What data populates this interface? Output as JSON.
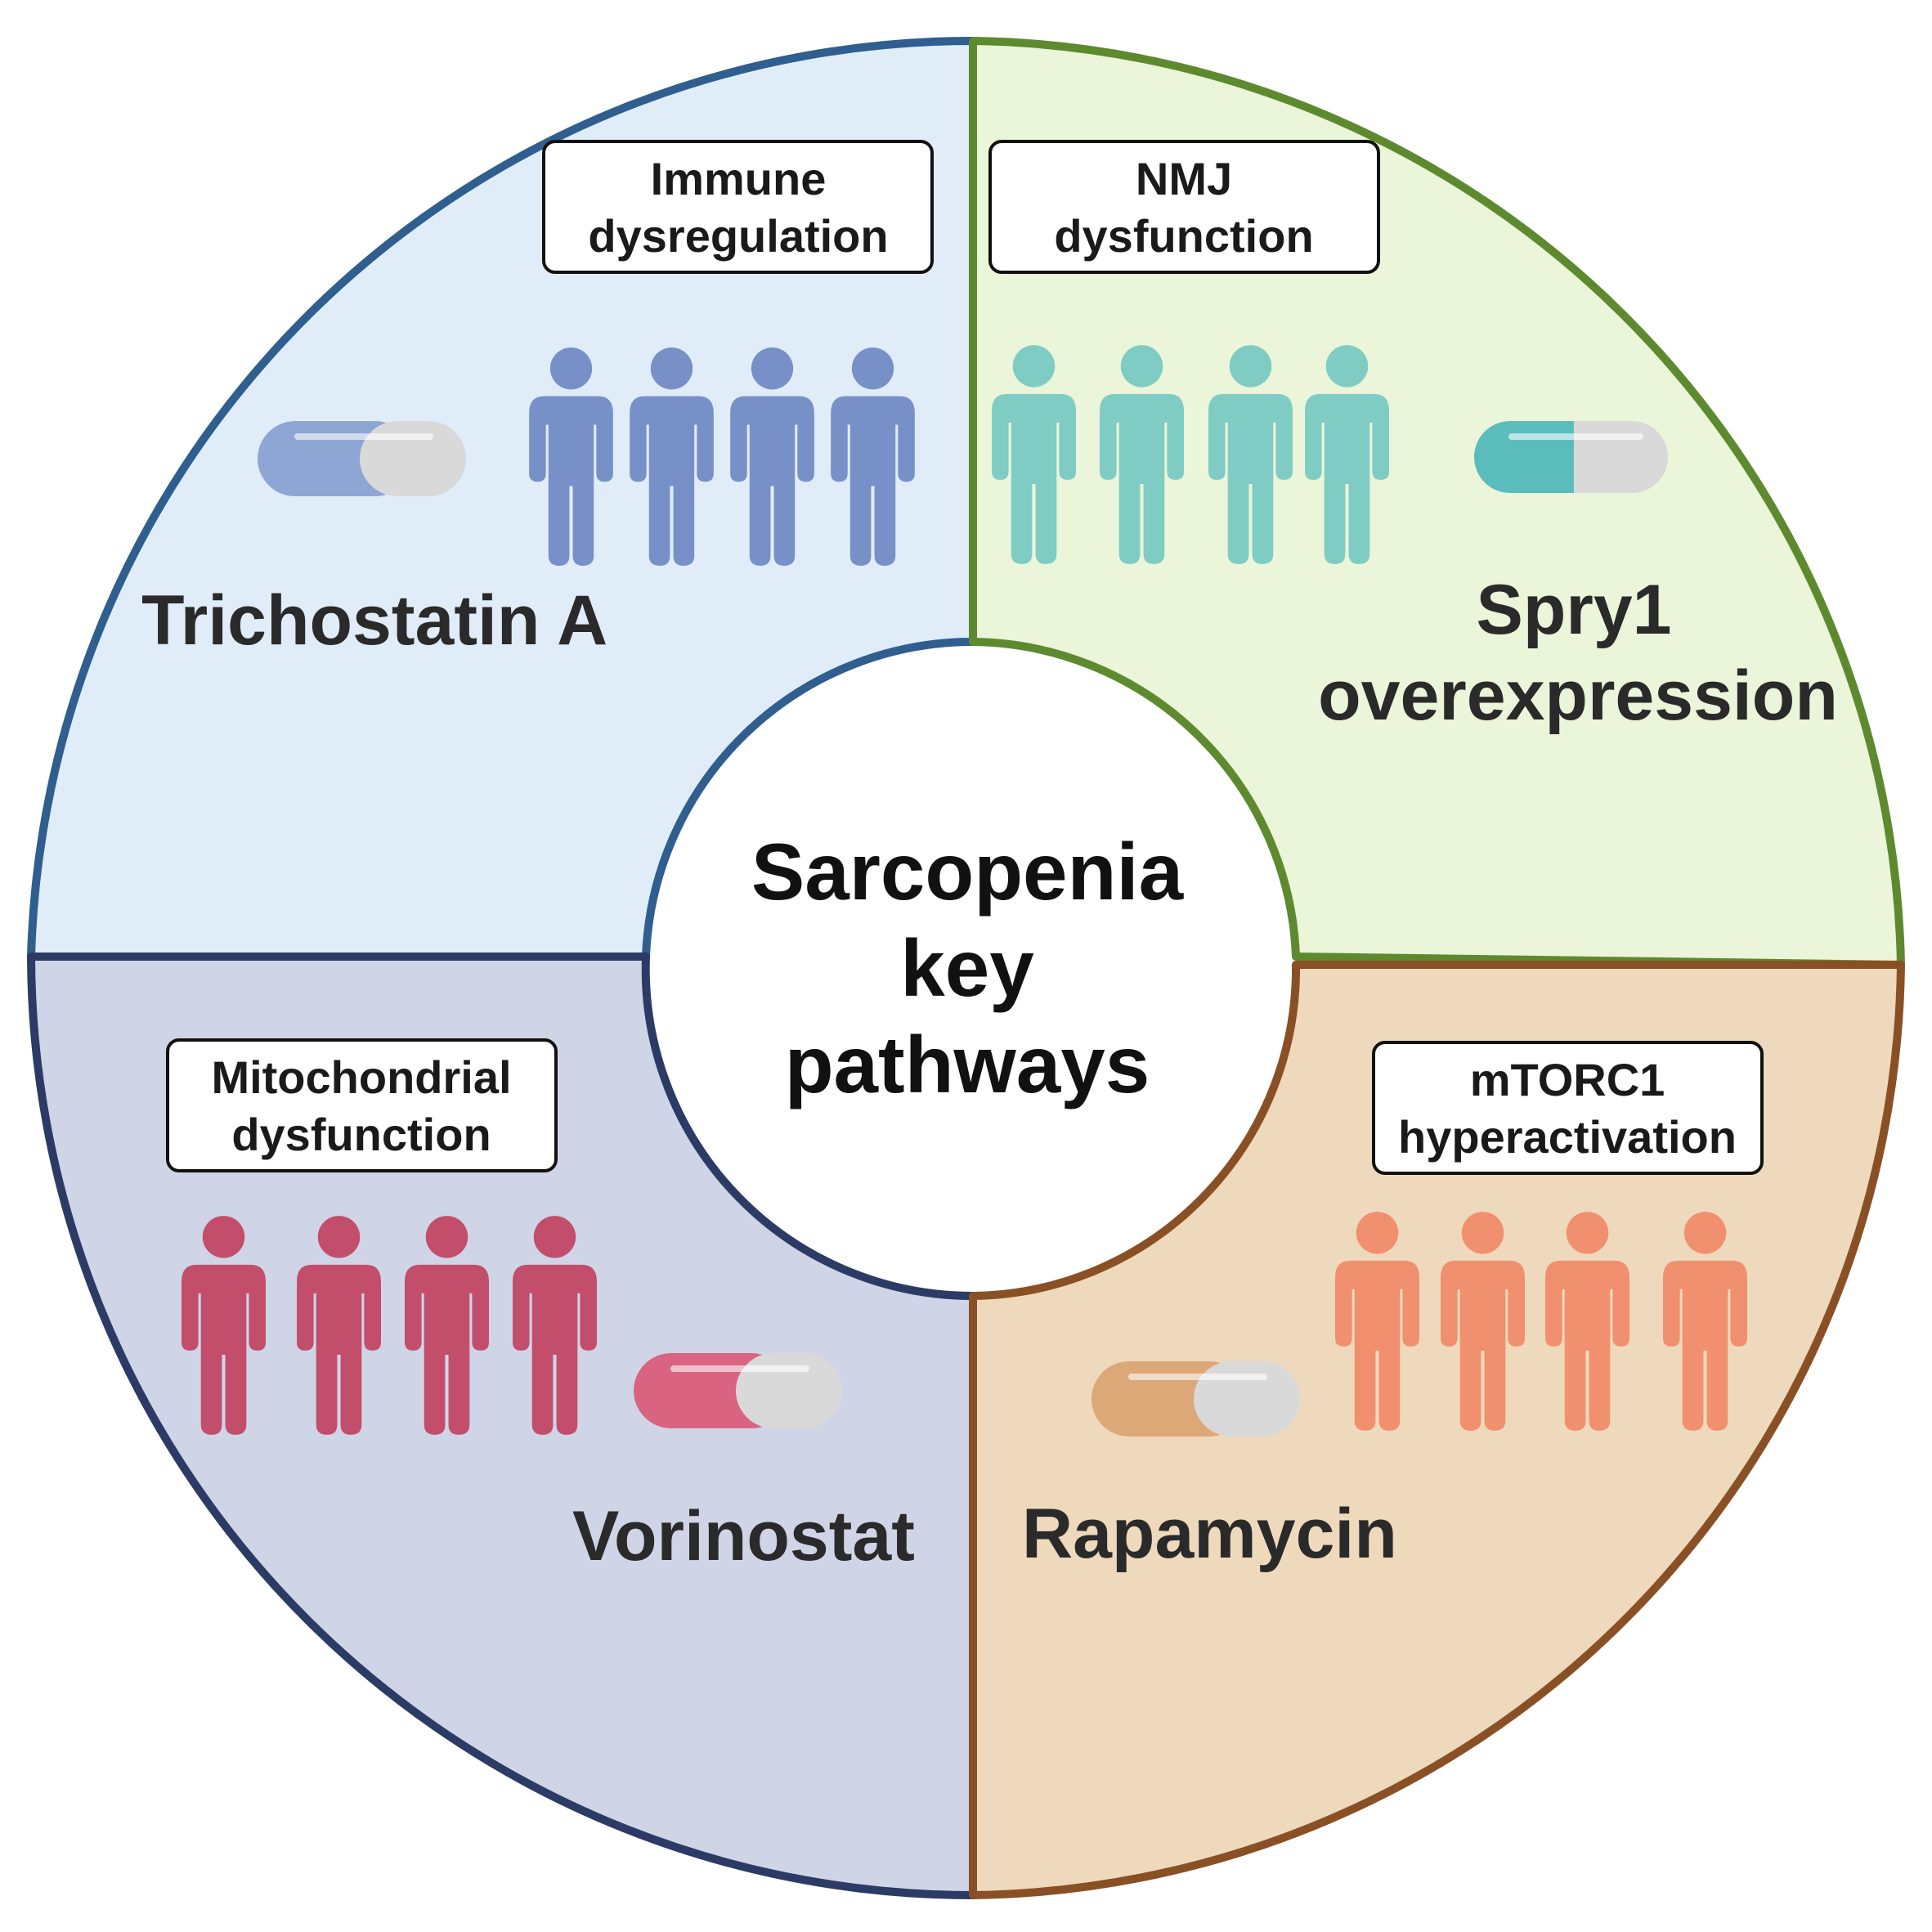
{
  "center": {
    "line1": "Sarcopenia",
    "line2": "key",
    "line3": "pathways"
  },
  "quadrants": [
    {
      "id": "top-left",
      "pathway": [
        "Immune",
        "dysregulation"
      ],
      "drug": [
        "Trichostatin A"
      ],
      "colors": {
        "fill": "#e0edf9",
        "border": "#2f5e8f",
        "people": "#7890c8",
        "pill": "#8ea6d4"
      }
    },
    {
      "id": "top-right",
      "pathway": [
        "NMJ",
        "dysfunction"
      ],
      "drug": [
        "Spry1",
        "overexpression"
      ],
      "colors": {
        "fill": "#ebf5d9",
        "border": "#5d8a2e",
        "people": "#7fccc4",
        "pill": "#5bbcbc"
      }
    },
    {
      "id": "bottom-left",
      "pathway": [
        "Mitochondrial",
        "dysfunction"
      ],
      "drug": [
        "Vorinostat"
      ],
      "colors": {
        "fill": "#cfd5e6",
        "border": "#2c3a66",
        "people": "#c24e6b",
        "pill": "#d96380"
      }
    },
    {
      "id": "bottom-right",
      "pathway": [
        "mTORC1",
        "hyperactivation"
      ],
      "drug": [
        "Rapamycin"
      ],
      "colors": {
        "fill": "#efd9bc",
        "border": "#8a5025",
        "people": "#f0906e",
        "pill": "#dda878"
      }
    }
  ],
  "icons": {
    "person": "person-icon",
    "pill": "pill-capsule-icon"
  }
}
